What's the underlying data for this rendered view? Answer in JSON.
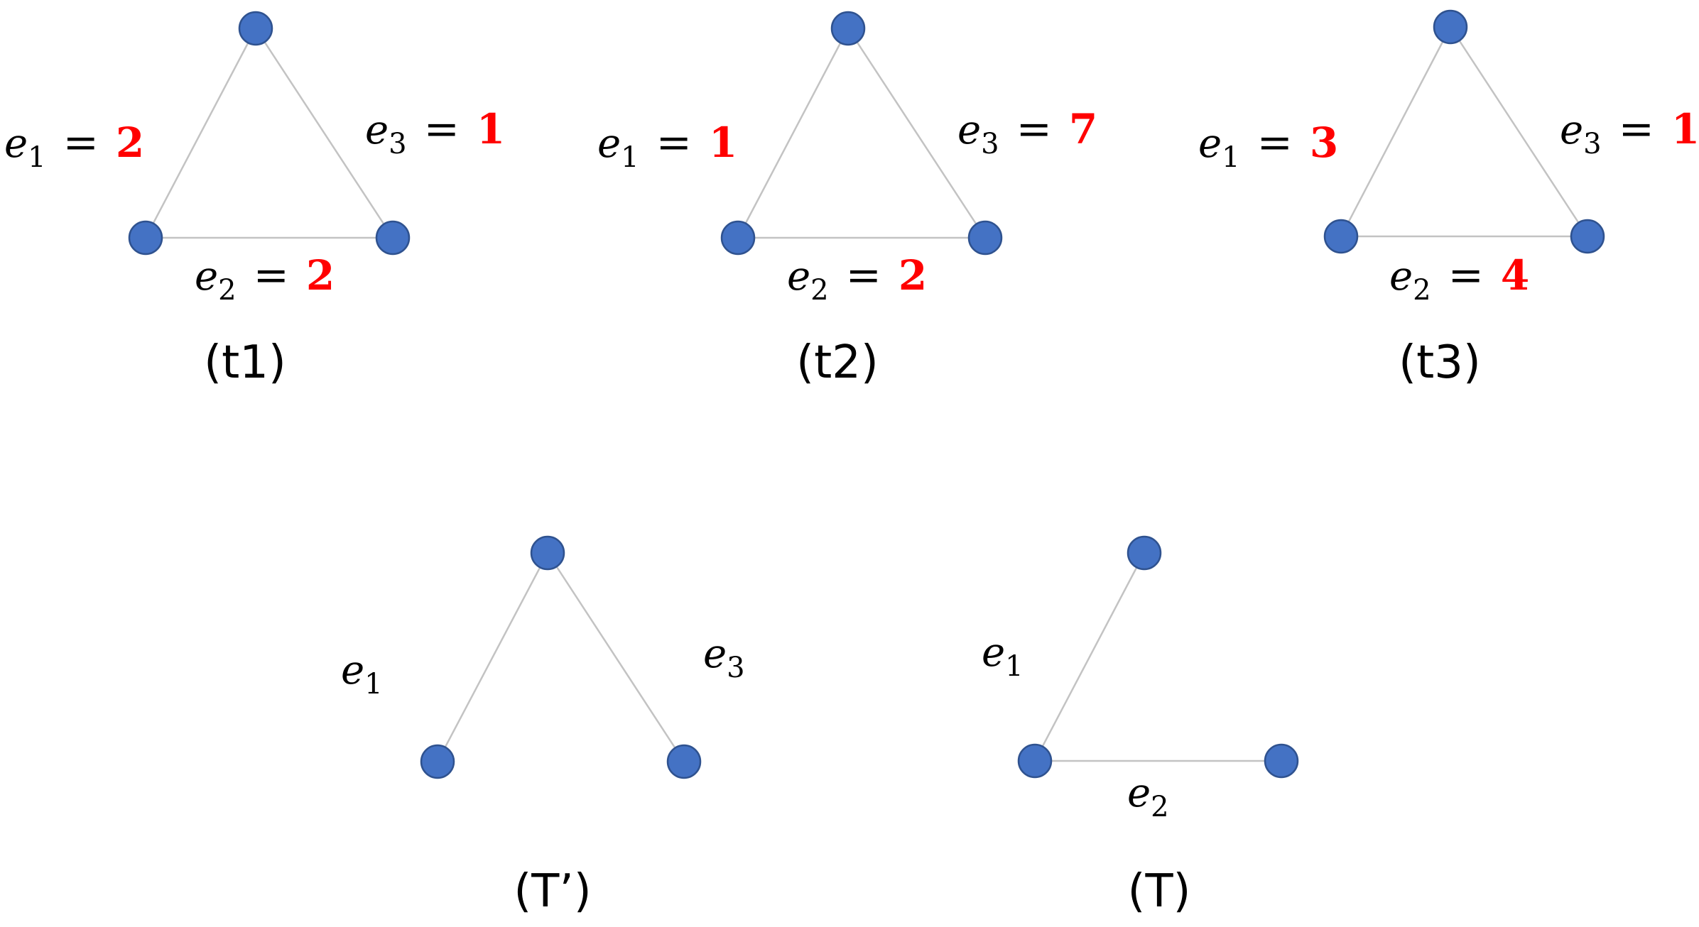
{
  "graphs": [
    {
      "id": "t1",
      "caption": "(t1)",
      "edges": [
        {
          "name": "e",
          "sub": "1",
          "eq": "=",
          "value": "2"
        },
        {
          "name": "e",
          "sub": "2",
          "eq": "=",
          "value": "2"
        },
        {
          "name": "e",
          "sub": "3",
          "eq": "=",
          "value": "1"
        }
      ]
    },
    {
      "id": "t2",
      "caption": "(t2)",
      "edges": [
        {
          "name": "e",
          "sub": "1",
          "eq": "=",
          "value": "1"
        },
        {
          "name": "e",
          "sub": "2",
          "eq": "=",
          "value": "2"
        },
        {
          "name": "e",
          "sub": "3",
          "eq": "=",
          "value": "7"
        }
      ]
    },
    {
      "id": "t3",
      "caption": "(t3)",
      "edges": [
        {
          "name": "e",
          "sub": "1",
          "eq": "=",
          "value": "3"
        },
        {
          "name": "e",
          "sub": "2",
          "eq": "=",
          "value": "4"
        },
        {
          "name": "e",
          "sub": "3",
          "eq": "=",
          "value": "1"
        }
      ]
    },
    {
      "id": "Tprime",
      "caption": "(T’)",
      "edges": [
        {
          "name": "e",
          "sub": "1"
        },
        {
          "name": "e",
          "sub": "3"
        }
      ]
    },
    {
      "id": "T",
      "caption": "(T)",
      "edges": [
        {
          "name": "e",
          "sub": "1"
        },
        {
          "name": "e",
          "sub": "2"
        }
      ]
    }
  ],
  "colors": {
    "node_fill": "#4472c4",
    "node_stroke": "#2f528f",
    "edge": "#c3c3c3",
    "weight_value": "#ff0000",
    "text": "#000000"
  }
}
